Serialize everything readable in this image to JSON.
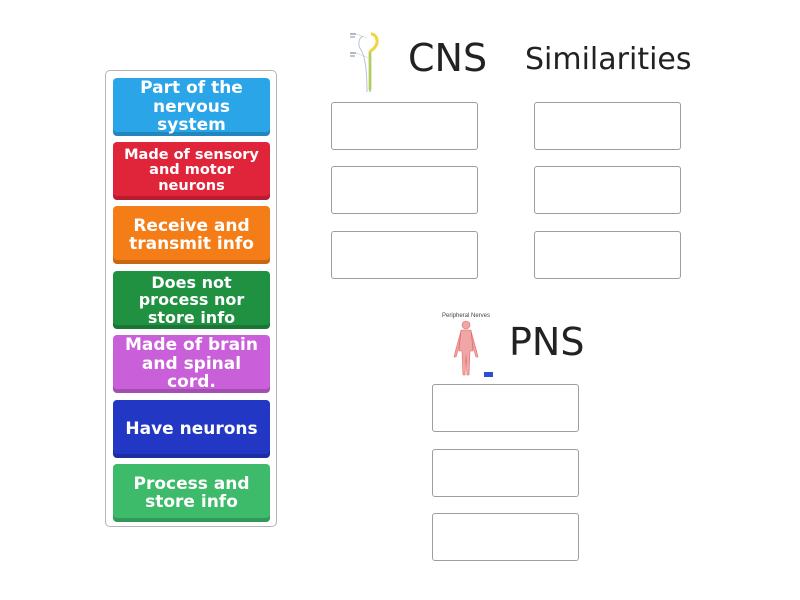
{
  "cards": [
    {
      "label": "Part of the nervous system",
      "color": "#2aa5e8"
    },
    {
      "label": "Made of sensory and motor neurons",
      "color": "#e0243a"
    },
    {
      "label": "Receive and transmit info",
      "color": "#f57d18"
    },
    {
      "label": "Does not process nor store info",
      "color": "#1f9140"
    },
    {
      "label": "Made of brain and spinal cord.",
      "color": "#c960d9"
    },
    {
      "label": "Have neurons",
      "color": "#2238c4"
    },
    {
      "label": "Process and store info",
      "color": "#3dba6a"
    }
  ],
  "groups": {
    "cns": {
      "title": "CNS"
    },
    "similarities": {
      "title": "Similarities"
    },
    "pns": {
      "title": "PNS",
      "image_caption": "Peripheral Nerves"
    }
  }
}
